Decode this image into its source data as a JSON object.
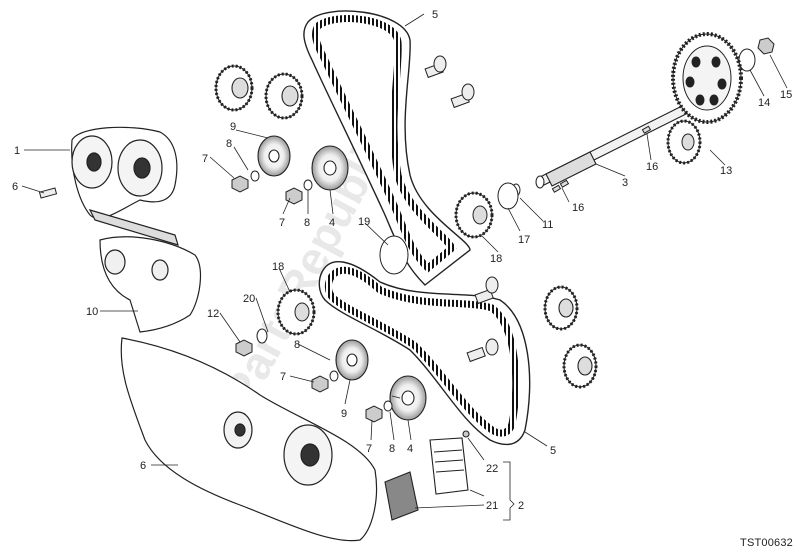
{
  "diagram": {
    "reference_code": "TST00632",
    "watermark": "PartsRepublik",
    "callouts": {
      "c1": "1",
      "c2": "2",
      "c3": "3",
      "c4a": "4",
      "c4b": "4",
      "c5a": "5",
      "c5b": "5",
      "c6a": "6",
      "c6b": "6",
      "c7a": "7",
      "c7b": "7",
      "c7c": "7",
      "c7d": "7",
      "c8a": "8",
      "c8b": "8",
      "c8c": "8",
      "c8d": "8",
      "c9a": "9",
      "c9b": "9",
      "c10": "10",
      "c11": "11",
      "c12": "12",
      "c13": "13",
      "c14": "14",
      "c15": "15",
      "c16a": "16",
      "c16b": "16",
      "c17": "17",
      "c18a": "18",
      "c18b": "18",
      "c19": "19",
      "c20": "20",
      "c21": "21",
      "c22": "22"
    }
  }
}
